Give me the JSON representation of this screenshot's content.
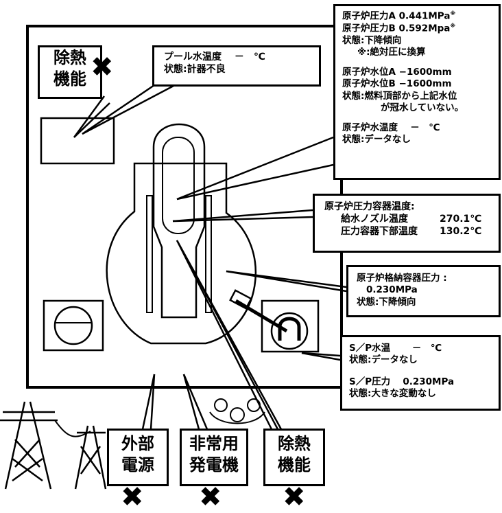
{
  "labels": {
    "heat_removal_top": [
      "除熱",
      "機能"
    ],
    "offsite_power": [
      "外部",
      "電源"
    ],
    "emergency_generator": [
      "非常用",
      "発電機"
    ],
    "heat_removal_bottom": [
      "除熱",
      "機能"
    ]
  },
  "mark_failed": "✖",
  "pool": {
    "temp_line": "プール水温度　 －　℃",
    "status_line": "状態:計器不良"
  },
  "reactor": {
    "pressure_a": "原子炉圧力A 0.441MPa",
    "pressure_b": "原子炉圧力B 0.592Mpa",
    "mark": "※",
    "pressure_status": "状態:下降傾向",
    "note": "※:絶対圧に換算",
    "level_a": "原子炉水位A −1600mm",
    "level_b": "原子炉水位B −1600mm",
    "level_status_1": "状態:燃料頂部から上記水位",
    "level_status_2": "が冠水していない。",
    "water_temp": "原子炉水温度　 －　℃",
    "water_temp_status": "状態:データなし"
  },
  "vessel": {
    "title": "原子炉圧力容器温度:",
    "nozzle_label": "給水ノズル温度",
    "nozzle_value": "270.1℃",
    "bottom_label": "圧力容器下部温度",
    "bottom_value": "130.2℃"
  },
  "containment": {
    "title": "原子炉格納容器圧力 :",
    "value": "0.230MPa",
    "status": "状態:下降傾向"
  },
  "suppression": {
    "temp_line": "S／P水温　　 －　℃",
    "temp_status": "状態:データなし",
    "pressure_line": "S／P圧力　 0.230MPa",
    "pressure_status": "状態:大きな変動なし"
  }
}
